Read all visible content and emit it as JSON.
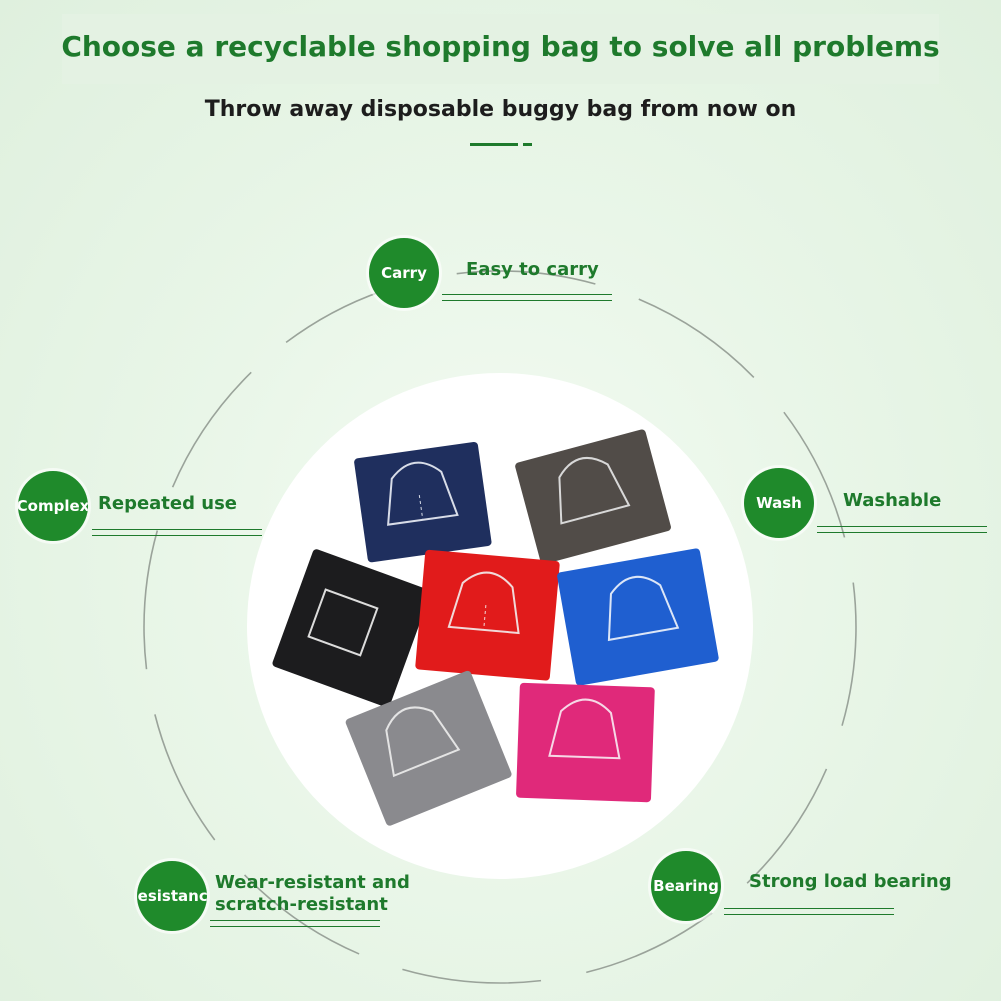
{
  "header": {
    "title": "Choose a recyclable shopping bag to solve all problems",
    "subtitle": "Throw away disposable buggy bag from now on"
  },
  "colors": {
    "accent": "#1e7a2c",
    "badge": "#1f8a2b",
    "ring": "#9aa39a"
  },
  "features": [
    {
      "badge": "Carry",
      "text": "Easy to carry"
    },
    {
      "badge": "Complex",
      "text": "Repeated use"
    },
    {
      "badge": "Wash",
      "text": "Washable"
    },
    {
      "badge": "Resistance",
      "text_line1": "Wear-resistant and",
      "text_line2": "scratch-resistant"
    },
    {
      "badge": "Bearing",
      "text": "Strong load bearing"
    }
  ],
  "product_photo": {
    "bag_colors": [
      "#1f2f5e",
      "#514c48",
      "#1c1c1e",
      "#e11b1b",
      "#1f5fd0",
      "#8a8a8e",
      "#e0297a"
    ]
  }
}
